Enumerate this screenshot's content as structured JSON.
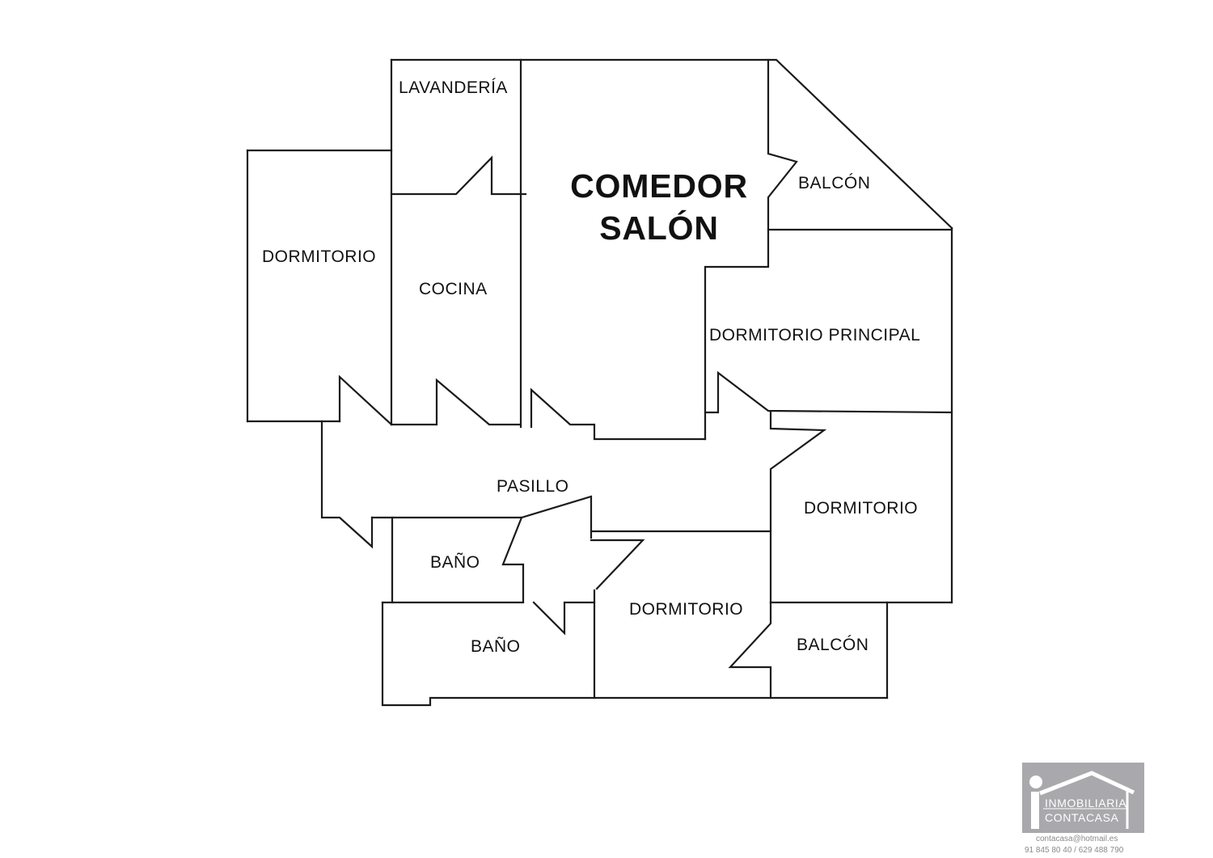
{
  "rooms": {
    "lavanderia": "LAVANDERÍA",
    "comedor": "COMEDOR",
    "salon": "SALÓN",
    "balcon_top": "BALCÓN",
    "dormitorio_left": "DORMITORIO",
    "cocina": "COCINA",
    "dormitorio_principal": "DORMITORIO PRINCIPAL",
    "pasillo": "PASILLO",
    "dormitorio_right": "DORMITORIO",
    "bano_1": "BAÑO",
    "bano_2": "BAÑO",
    "dormitorio_bottom": "DORMITORIO",
    "balcon_bottom": "BALCÓN"
  },
  "logo": {
    "line1": "INMOBILIARIA",
    "line2": "CONTACASA",
    "email": "contacasa@hotmail.es",
    "phones": "91 845 80 40 / 629 488 790",
    "icon": "house-roof-icon"
  },
  "colors": {
    "walls": "#1a1a1a",
    "logo_background": "#a9a9ad"
  }
}
